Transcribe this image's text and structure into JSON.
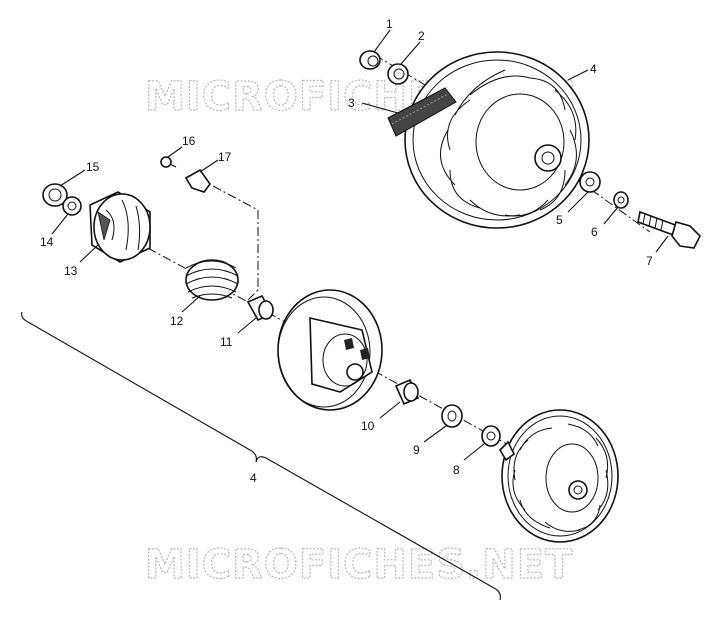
{
  "diagram": {
    "watermark_top": "MICROFICHES.NET",
    "watermark_bottom": "MICROFICHES.NET",
    "callouts": [
      "1",
      "2",
      "3",
      "4",
      "5",
      "6",
      "7",
      "8",
      "9",
      "10",
      "11",
      "12",
      "13",
      "14",
      "15",
      "16",
      "17"
    ],
    "group_callout": "4"
  }
}
